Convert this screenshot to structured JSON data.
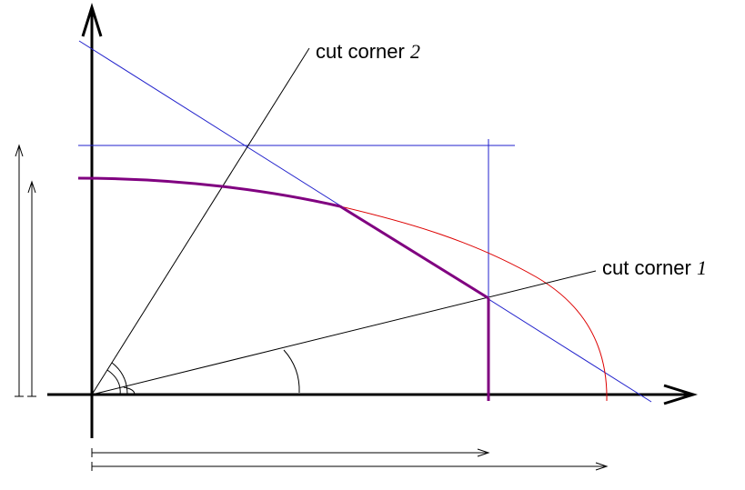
{
  "labels": {
    "cut_corner_1": {
      "text": "cut corner ",
      "num": "1"
    },
    "cut_corner_2": {
      "text": "cut corner ",
      "num": "2"
    }
  },
  "colors": {
    "axes": "#000000",
    "construction_lines": "#2222cc",
    "ellipse_arc": "#dd0000",
    "cut_profile": "#800080",
    "rays": "#000000",
    "dimension_arrows": "#000000"
  }
}
